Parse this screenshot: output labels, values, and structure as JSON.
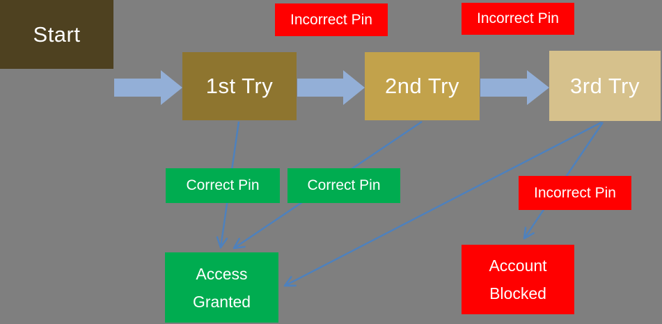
{
  "colors": {
    "background": "#7F7F7F",
    "start_box": "#4E4120",
    "try1_box": "#8E752F",
    "try2_box": "#C2A24B",
    "try3_box": "#D6C18C",
    "incorrect_label": "#FF0000",
    "correct_label": "#00AC50",
    "block_arrow": "#93AFD7",
    "connector_line": "#4E81BD",
    "text": "#FFFFFF"
  },
  "nodes": {
    "start": {
      "label": "Start"
    },
    "try1": {
      "label": "1st Try"
    },
    "try2": {
      "label": "2nd Try"
    },
    "try3": {
      "label": "3rd Try"
    },
    "access_granted": {
      "line1": "Access",
      "line2": "Granted"
    },
    "account_blocked": {
      "line1": "Account",
      "line2": "Blocked"
    }
  },
  "edge_labels": {
    "incorrect_pin_1": {
      "label": "Incorrect Pin"
    },
    "incorrect_pin_2": {
      "label": "Incorrect Pin"
    },
    "incorrect_pin_3": {
      "label": "Incorrect Pin"
    },
    "correct_pin_1": {
      "label": "Correct Pin"
    },
    "correct_pin_2": {
      "label": "Correct Pin"
    }
  }
}
